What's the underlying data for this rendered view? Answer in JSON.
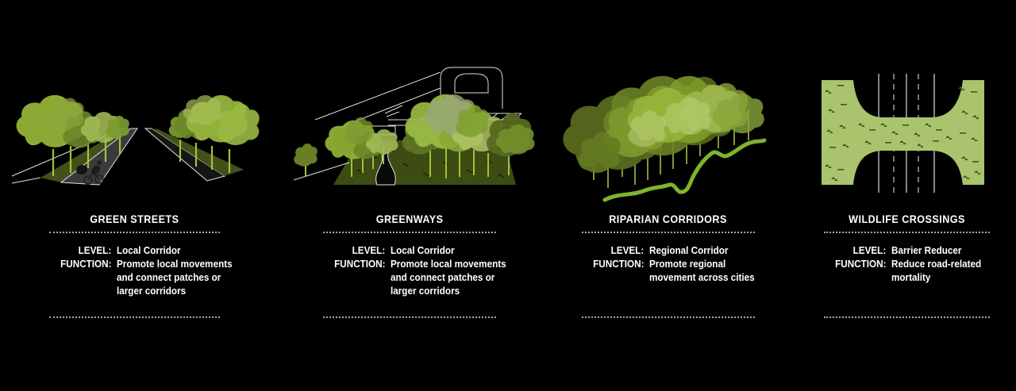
{
  "page": {
    "background": "#000000",
    "text_color": "#ffffff",
    "divider_color": "#a8a8a8"
  },
  "labels": {
    "level": "LEVEL:",
    "function": "FUNCTION:"
  },
  "panels": [
    {
      "title": "GREEN STREETS",
      "level": "Local Corridor",
      "function": "Promote local movements\nand connect patches or\nlarger corridors",
      "illustration": "tree-lined-street-with-bike-lane-and-cyclist"
    },
    {
      "title": "GREENWAYS",
      "level": "Local Corridor",
      "function": "Promote local movements\nand connect patches or\nlarger corridors",
      "illustration": "elevated-rail-over-park-path-with-trees"
    },
    {
      "title": "RIPARIAN CORRIDORS",
      "level": "Regional Corridor",
      "function": "Promote regional\nmovement across cities",
      "illustration": "tree-canopy-mass-along-winding-river"
    },
    {
      "title": "WILDLIFE CROSSINGS",
      "level": "Barrier Reducer",
      "function": "Reduce road-related\nmortality",
      "illustration": "vegetated-overpass-spanning-road"
    }
  ],
  "palette": {
    "canopy_dark": "#57691d",
    "canopy_mid": "#7e9b2e",
    "canopy_light": "#9cb83f",
    "canopy_pale": "#b9cc74",
    "tree_stem": "#9ec43a",
    "verge_green": "#42511a",
    "river_green": "#7fb42c",
    "overpass_green": "#a9c46c",
    "speckle_green": "#3f591c",
    "outline_white": "#e3e3e3"
  }
}
